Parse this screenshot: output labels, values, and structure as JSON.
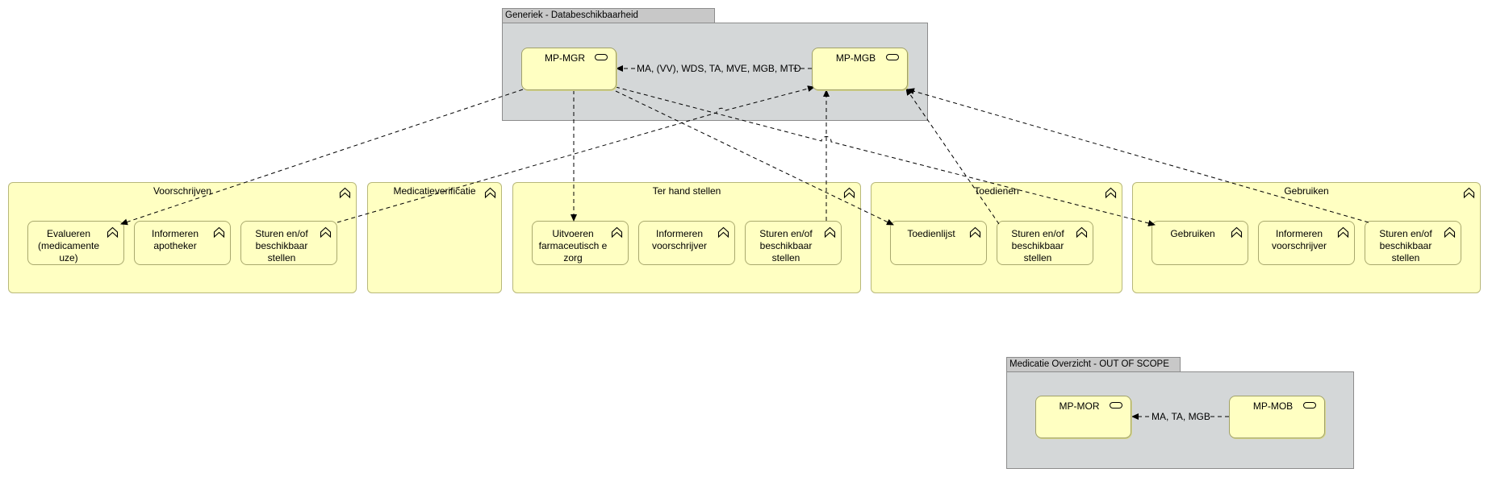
{
  "groups": {
    "generiek": {
      "title": "Generiek - Databeschikbaarheid"
    },
    "overzicht": {
      "title": "Medicatie Overzicht - OUT OF SCOPE"
    }
  },
  "services": {
    "mp_mgr": "MP-MGR",
    "mp_mgb": "MP-MGB",
    "mp_mor": "MP-MOR",
    "mp_mob": "MP-MOB"
  },
  "edge_labels": {
    "mgb_to_mgr": "MA, (VV), WDS, TA, MVE, MGB, MTD",
    "mob_to_mor": "MA, TA, MGB"
  },
  "processes": {
    "voorschrijven": {
      "title": "Voorschrijven",
      "functions": [
        "Evalueren (medicamente uze)",
        "Informeren apotheker",
        "Sturen en/of beschikbaar stellen"
      ]
    },
    "medicatieverificatie": {
      "title": "Medicatieverificatie"
    },
    "ter_hand_stellen": {
      "title": "Ter hand stellen",
      "functions": [
        "Uitvoeren farmaceutisch e zorg",
        "Informeren voorschrijver",
        "Sturen en/of beschikbaar stellen"
      ]
    },
    "toedienen": {
      "title": "Toedienen",
      "functions": [
        "Toedienlijst",
        "Sturen en/of beschikbaar stellen"
      ]
    },
    "gebruiken": {
      "title": "Gebruiken",
      "functions": [
        "Gebruiken",
        "Informeren voorschrijver",
        "Sturen en/of beschikbaar stellen"
      ]
    }
  }
}
